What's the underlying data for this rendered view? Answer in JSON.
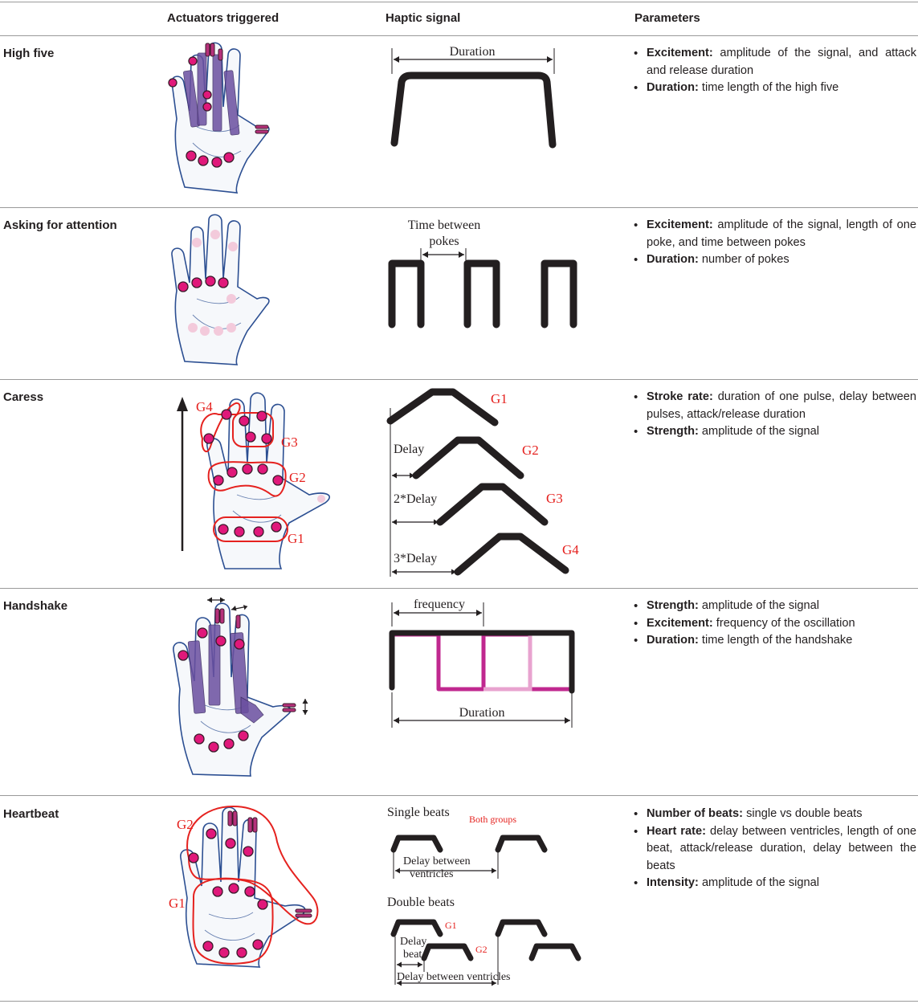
{
  "headers": {
    "actuators": "Actuators triggered",
    "signal": "Haptic signal",
    "parameters": "Parameters"
  },
  "rows": [
    {
      "gesture": "High five",
      "signal_labels": {
        "duration": "Duration"
      },
      "params": [
        {
          "name": "Excitement:",
          "desc": "amplitude of the signal, and attack and release duration"
        },
        {
          "name": "Duration:",
          "desc": "time length of the high five"
        }
      ]
    },
    {
      "gesture": "Asking for attention",
      "signal_labels": {
        "between_1": "Time between",
        "between_2": "pokes"
      },
      "params": [
        {
          "name": "Excitement:",
          "desc": "amplitude of the signal, length of one poke, and time between pokes"
        },
        {
          "name": "Duration:",
          "desc": "number of pokes"
        }
      ]
    },
    {
      "gesture": "Caress",
      "hand_labels": [
        "G4",
        "G3",
        "G2",
        "G1"
      ],
      "signal_labels": {
        "g1": "G1",
        "g2": "G2",
        "g3": "G3",
        "g4": "G4",
        "delay": "Delay",
        "delay2": "2*Delay",
        "delay3": "3*Delay"
      },
      "params": [
        {
          "name": "Stroke rate:",
          "desc": "duration of one pulse, delay between pulses, attack/release duration"
        },
        {
          "name": "Strength:",
          "desc": "amplitude of the signal"
        }
      ]
    },
    {
      "gesture": "Handshake",
      "signal_labels": {
        "frequency": "frequency",
        "duration": "Duration"
      },
      "colors": {
        "oscillation": "#c0288f",
        "envelope": "#231f20"
      },
      "params": [
        {
          "name": "Strength:",
          "desc": "amplitude of the signal"
        },
        {
          "name": "Excitement:",
          "desc": "frequency of the oscillation"
        },
        {
          "name": "Duration:",
          "desc": "time length of the handshake"
        }
      ]
    },
    {
      "gesture": "Heartbeat",
      "hand_labels": [
        "G2",
        "G1"
      ],
      "signal_labels": {
        "single": "Single beats",
        "both": "Both groups",
        "dbv_1": "Delay between",
        "dbv_2": "ventricles",
        "double": "Double beats",
        "g1": "G1",
        "g2": "G2",
        "delay_1": "Delay",
        "delay_2": "beat",
        "dbv_full": "Delay between ventricles"
      },
      "params": [
        {
          "name": "Number of beats:",
          "desc": "single vs double beats"
        },
        {
          "name": "Heart rate:",
          "desc": "delay between ventricles, length of one beat, attack/release duration, delay between the beats"
        },
        {
          "name": "Intensity:",
          "desc": "amplitude of the signal"
        }
      ]
    }
  ],
  "colors": {
    "actuator": "#e0187a",
    "group_outline": "#e5221f",
    "grid_line": "#9a9a9a"
  }
}
